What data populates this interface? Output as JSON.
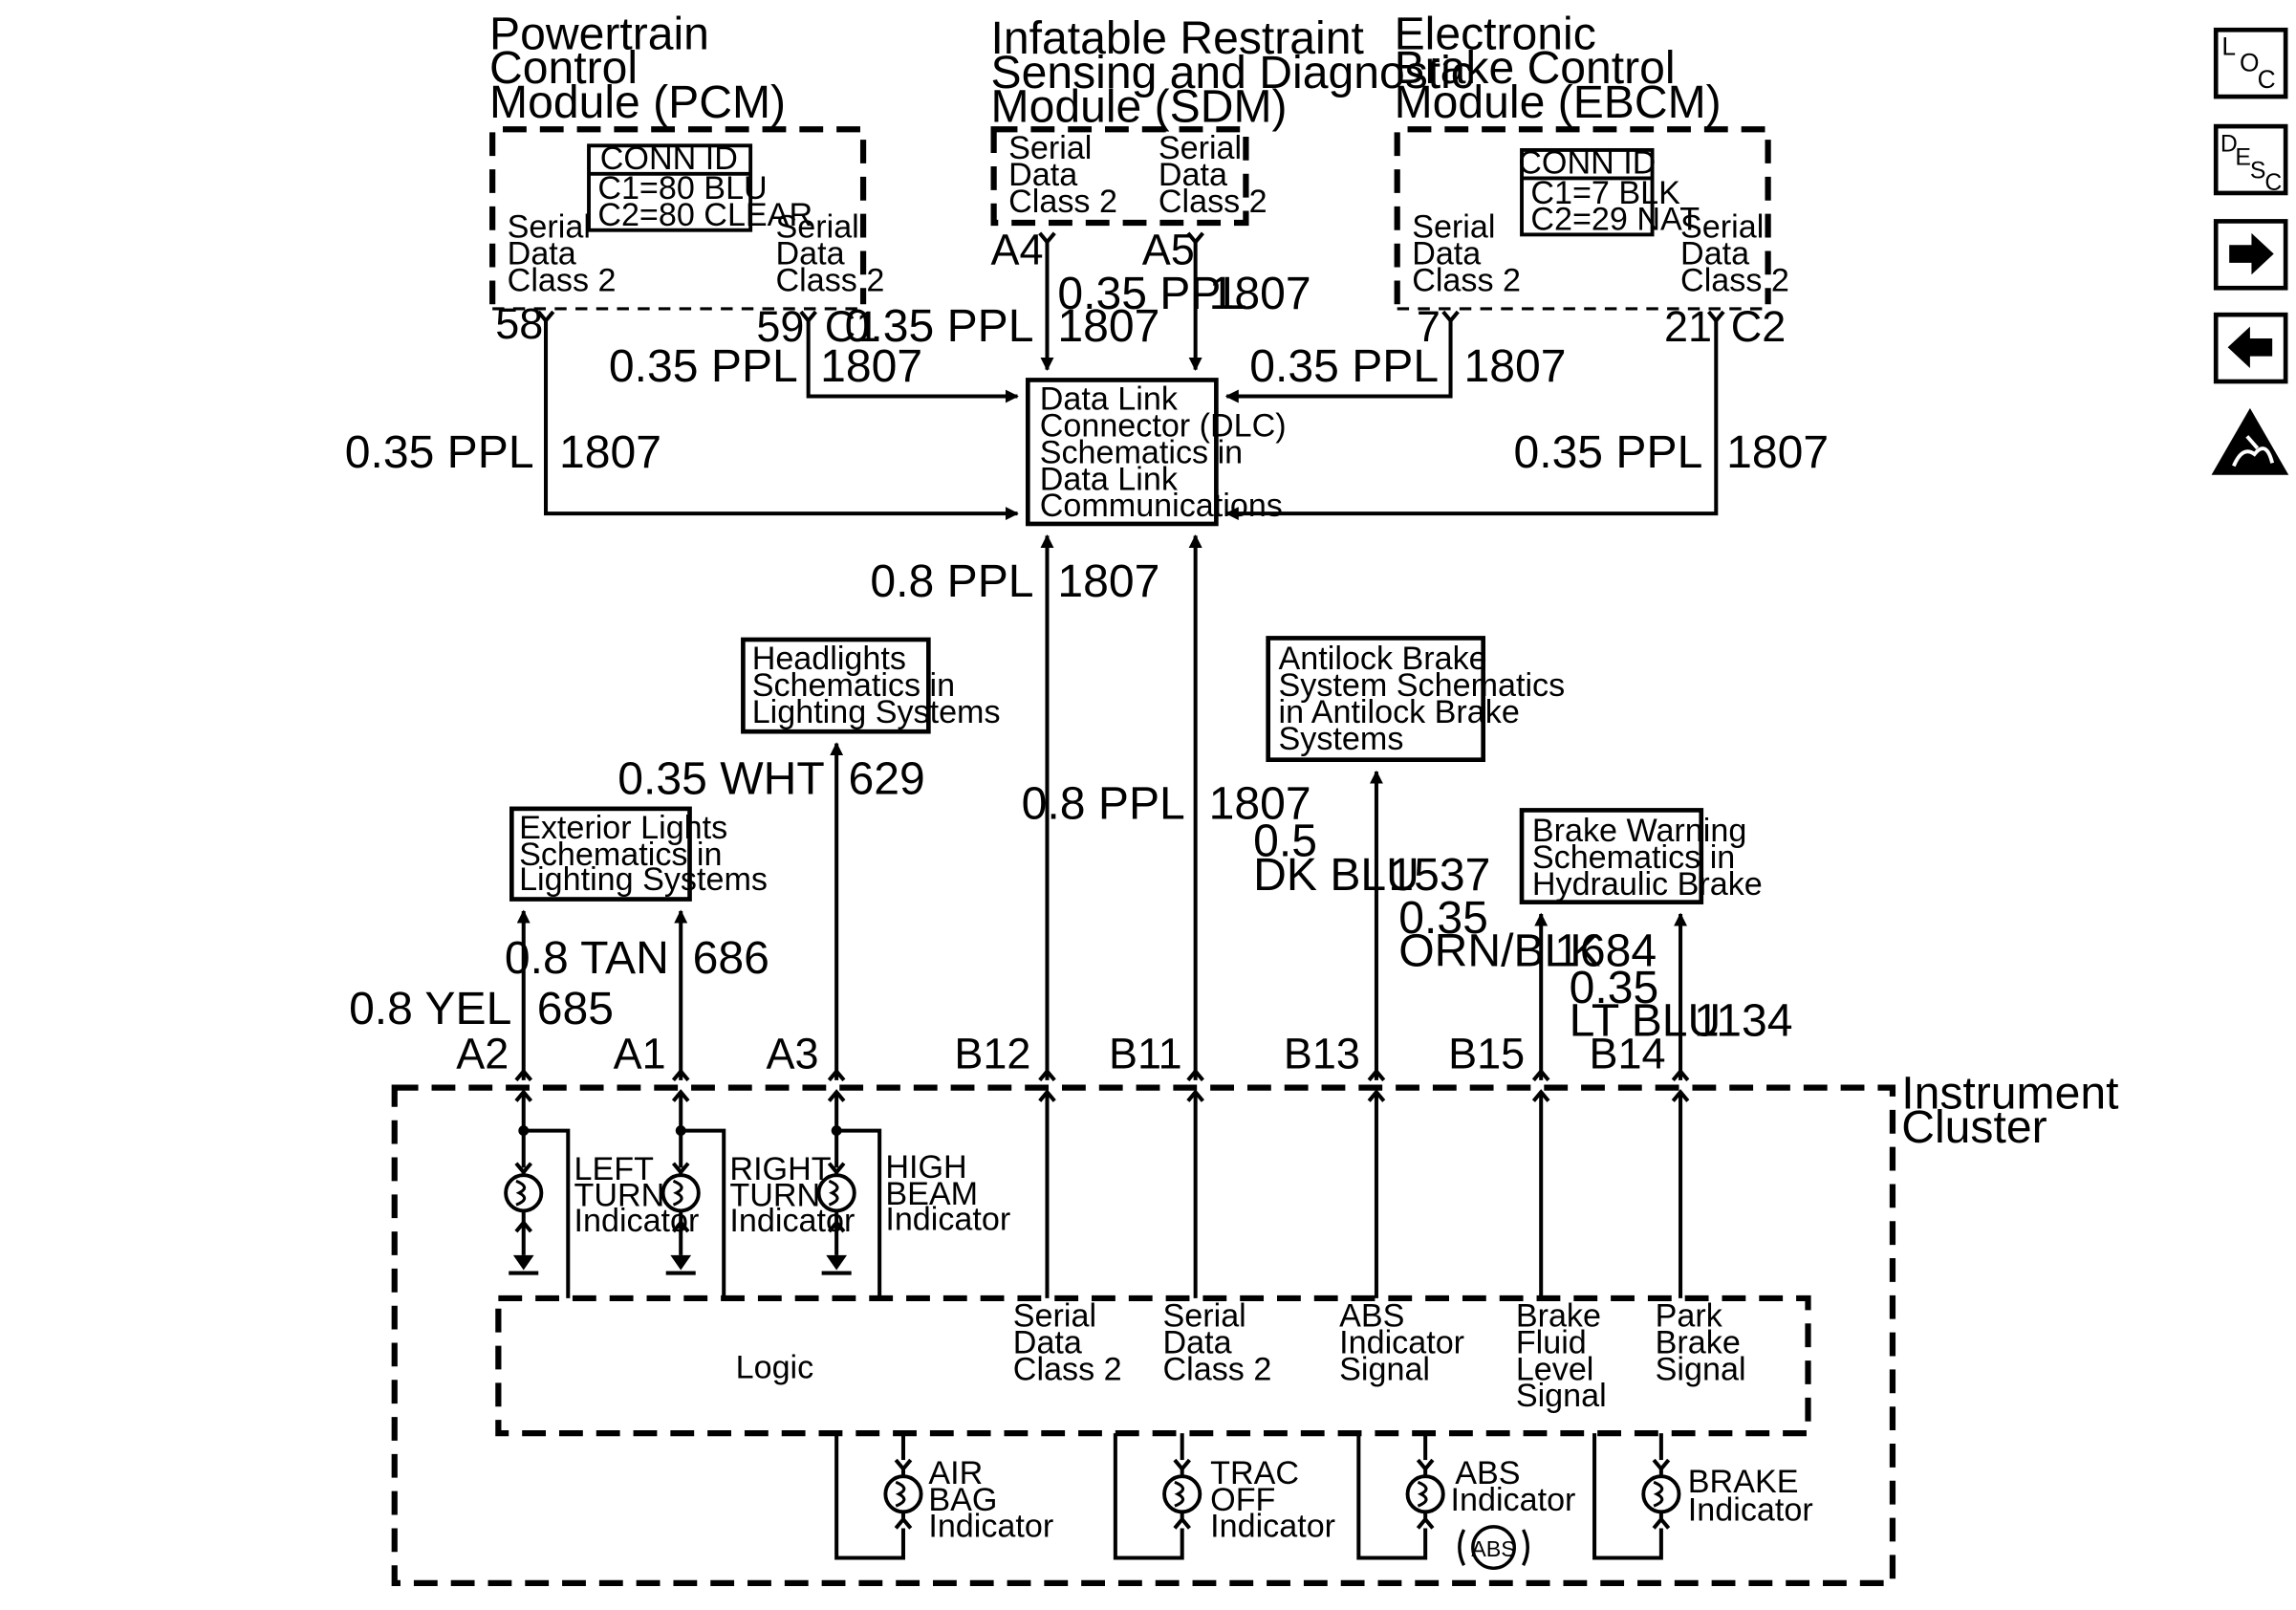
{
  "modules": {
    "pcm": {
      "title": [
        "Powertrain",
        "Control",
        "Module (PCM)"
      ],
      "conn_id": [
        "CONN ID",
        "C1=80 BLU",
        "C2=80 CLEAR"
      ],
      "left_label": [
        "Serial",
        "Data",
        "Class 2"
      ],
      "right_label": [
        "Serial",
        "Data",
        "Class 2"
      ],
      "pin_left": "58",
      "pin_right": "59",
      "connector": "C1"
    },
    "sdm": {
      "title": [
        "Infatable Restraint",
        "Sensing and Diagnostic",
        "Module (SDM)"
      ],
      "left_label": [
        "Serial",
        "Data",
        "Class 2"
      ],
      "right_label": [
        "Serial",
        "Data",
        "Class 2"
      ],
      "pin_left": "A4",
      "pin_right": "A5"
    },
    "ebcm": {
      "title": [
        "Electronic",
        "Brake Control",
        "Module (EBCM)"
      ],
      "conn_id": [
        "CONN ID",
        "C1=7 BLK",
        "C2=29 NAT"
      ],
      "left_label": [
        "Serial",
        "Data",
        "Class 2"
      ],
      "right_label": [
        "Serial",
        "Data",
        "Class 2"
      ],
      "pin_left": "7",
      "pin_right": "21",
      "connector": "C2"
    }
  },
  "dlc": [
    "Data Link",
    "Connector (DLC)",
    "Schematics in",
    "Data Link",
    "Communications"
  ],
  "refs": {
    "headlights": [
      "Headlights",
      "Schematics in",
      "Lighting Systems"
    ],
    "exterior": [
      "Exterior Lights",
      "Schematics in",
      "Lighting Systems"
    ],
    "abs": [
      "Antilock Brake",
      "System Schematics",
      "in Antilock Brake",
      "Systems"
    ],
    "brake_warning": [
      "Brake Warning",
      "Schematics in",
      "Hydraulic Brake"
    ]
  },
  "wires": {
    "pcm58": {
      "size": "0.35 PPL",
      "circuit": "1807"
    },
    "pcm59": {
      "size": "0.35 PPL",
      "circuit": "1807"
    },
    "sdm_a4": {
      "size": "0.35 PPL",
      "circuit": "1807"
    },
    "sdm_a5": {
      "size": "0.35 PPL",
      "circuit": "1807"
    },
    "ebcm7": {
      "size": "0.35 PPL",
      "circuit": "1807"
    },
    "ebcm21": {
      "size": "0.35 PPL",
      "circuit": "1807"
    },
    "b12": {
      "size": "0.8 PPL",
      "circuit": "1807"
    },
    "b11": {
      "size": "0.8 PPL",
      "circuit": "1807"
    },
    "a2": {
      "size": "0.8 YEL",
      "circuit": "685"
    },
    "a1": {
      "size": "0.8 TAN",
      "circuit": "686"
    },
    "a3": {
      "size": "0.35 WHT",
      "circuit": "629"
    },
    "b13": {
      "size": [
        "0.5",
        "DK BLU"
      ],
      "circuit": "1537"
    },
    "b15": {
      "size": [
        "0.35",
        "ORN/BLK"
      ],
      "circuit": "1684"
    },
    "b14": {
      "size": [
        "0.35",
        "LT BLU"
      ],
      "circuit": "1134"
    }
  },
  "cluster": {
    "title": [
      "Instrument",
      "Cluster"
    ],
    "pins": [
      "A2",
      "A1",
      "A3",
      "B12",
      "B11",
      "B13",
      "B15",
      "B14"
    ],
    "lamps_top": [
      {
        "label": [
          "LEFT",
          "TURN",
          "Indicator"
        ]
      },
      {
        "label": [
          "RIGHT",
          "TURN",
          "Indicator"
        ]
      },
      {
        "label": [
          "HIGH",
          "BEAM",
          "Indicator"
        ]
      }
    ],
    "logic": "Logic",
    "signals": [
      [
        "Serial",
        "Data",
        "Class 2"
      ],
      [
        "Serial",
        "Data",
        "Class 2"
      ],
      [
        "ABS",
        "Indicator",
        "Signal"
      ],
      [
        "Brake",
        "Fluid",
        "Level",
        "Signal"
      ],
      [
        "Park",
        "Brake",
        "Signal"
      ]
    ],
    "lamps_bottom": [
      {
        "label": [
          "AIR",
          "BAG",
          "Indicator"
        ]
      },
      {
        "label": [
          "TRAC",
          "OFF",
          "Indicator"
        ]
      },
      {
        "label": [
          "ABS",
          "Indicator"
        ],
        "badge": "ABS"
      },
      {
        "label": [
          "BRAKE",
          "Indicator"
        ]
      }
    ]
  },
  "nav": {
    "loc_icon": [
      "L",
      "O",
      "C"
    ],
    "desc_icon": [
      "D",
      "E",
      "S",
      "C"
    ]
  }
}
